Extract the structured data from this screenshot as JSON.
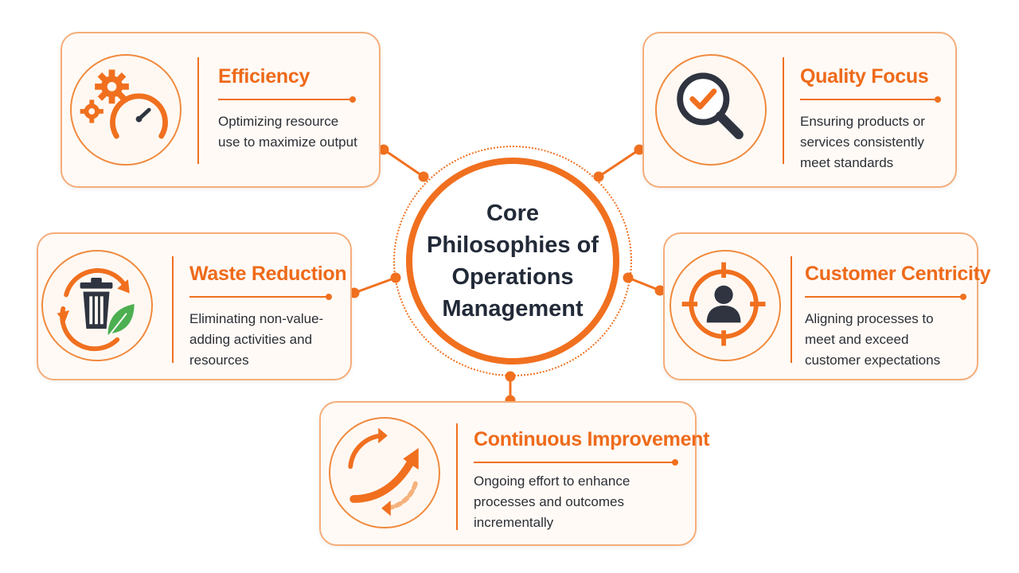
{
  "center": {
    "line1": "Core",
    "line2": "Philosophies of",
    "line3": "Operations",
    "line4": "Management"
  },
  "cards": {
    "efficiency": {
      "title": "Efficiency",
      "desc_line1": "Optimizing resource",
      "desc_line2": "use to maximize output",
      "icon": "gears-speedometer-icon"
    },
    "quality": {
      "title": "Quality Focus",
      "desc_line1": "Ensuring products or",
      "desc_line2": "services consistently",
      "desc_line3": "meet standards",
      "icon": "magnifier-check-icon"
    },
    "waste": {
      "title": "Waste Reduction",
      "desc_line1": "Eliminating non-value-",
      "desc_line2": "adding activities and",
      "desc_line3": "resources",
      "icon": "trash-leaf-icon"
    },
    "customer": {
      "title": "Customer Centricity",
      "desc_line1": "Aligning processes to",
      "desc_line2": "meet and exceed",
      "desc_line3": "customer expectations",
      "icon": "target-person-icon"
    },
    "continuous": {
      "title": "Continuous Improvement",
      "desc_line1": "Ongoing effort to enhance",
      "desc_line2": "processes and outcomes",
      "desc_line3": "incrementally",
      "icon": "cycle-arrow-icon"
    }
  },
  "colors": {
    "accent": "#f0701f",
    "card_border": "#f5ad7a",
    "card_bg": "#fffaf6",
    "heading_text": "#222a38",
    "body_text": "#2b2f36",
    "icon_dark": "#2f3440",
    "leaf_green": "#4caf50"
  }
}
